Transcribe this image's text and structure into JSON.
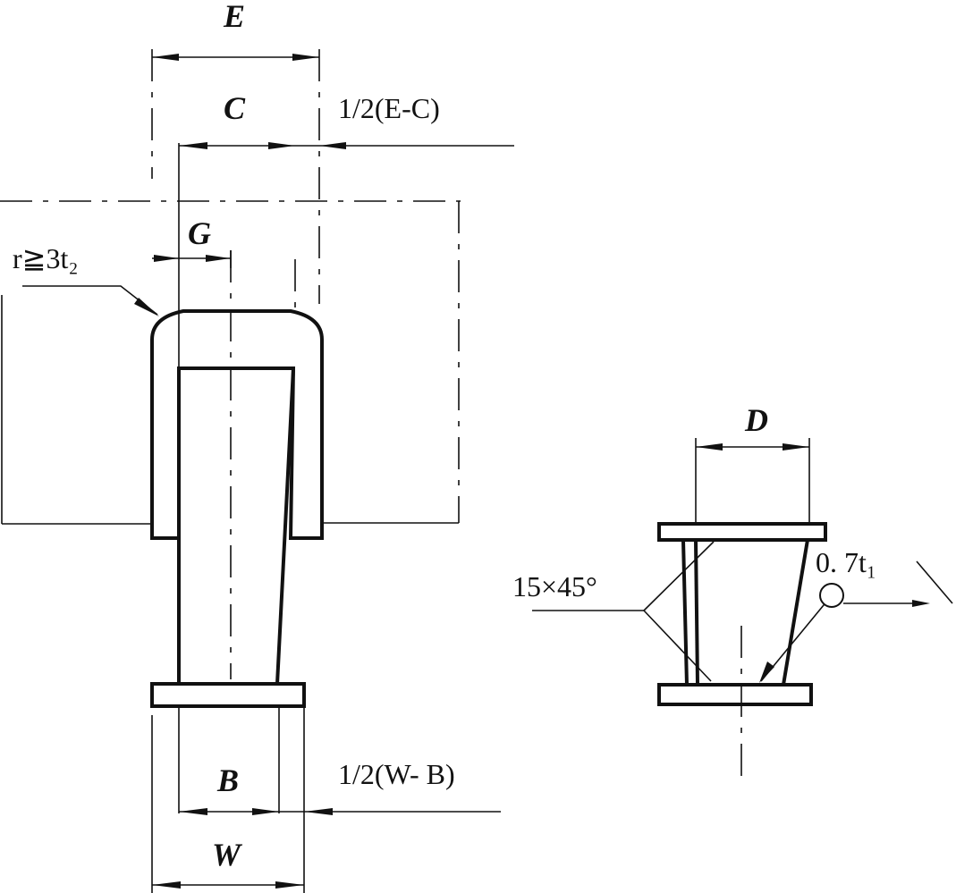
{
  "labels": {
    "E": "E",
    "C": "C",
    "half_e_c": "1/2(E-C)",
    "G": "G",
    "radius": "r≧3t₂",
    "B": "B",
    "half_w_b": "1/2(W- B)",
    "W": "W",
    "D": "D",
    "chamfer": "15×45°",
    "weld": "0. 7t₁"
  }
}
